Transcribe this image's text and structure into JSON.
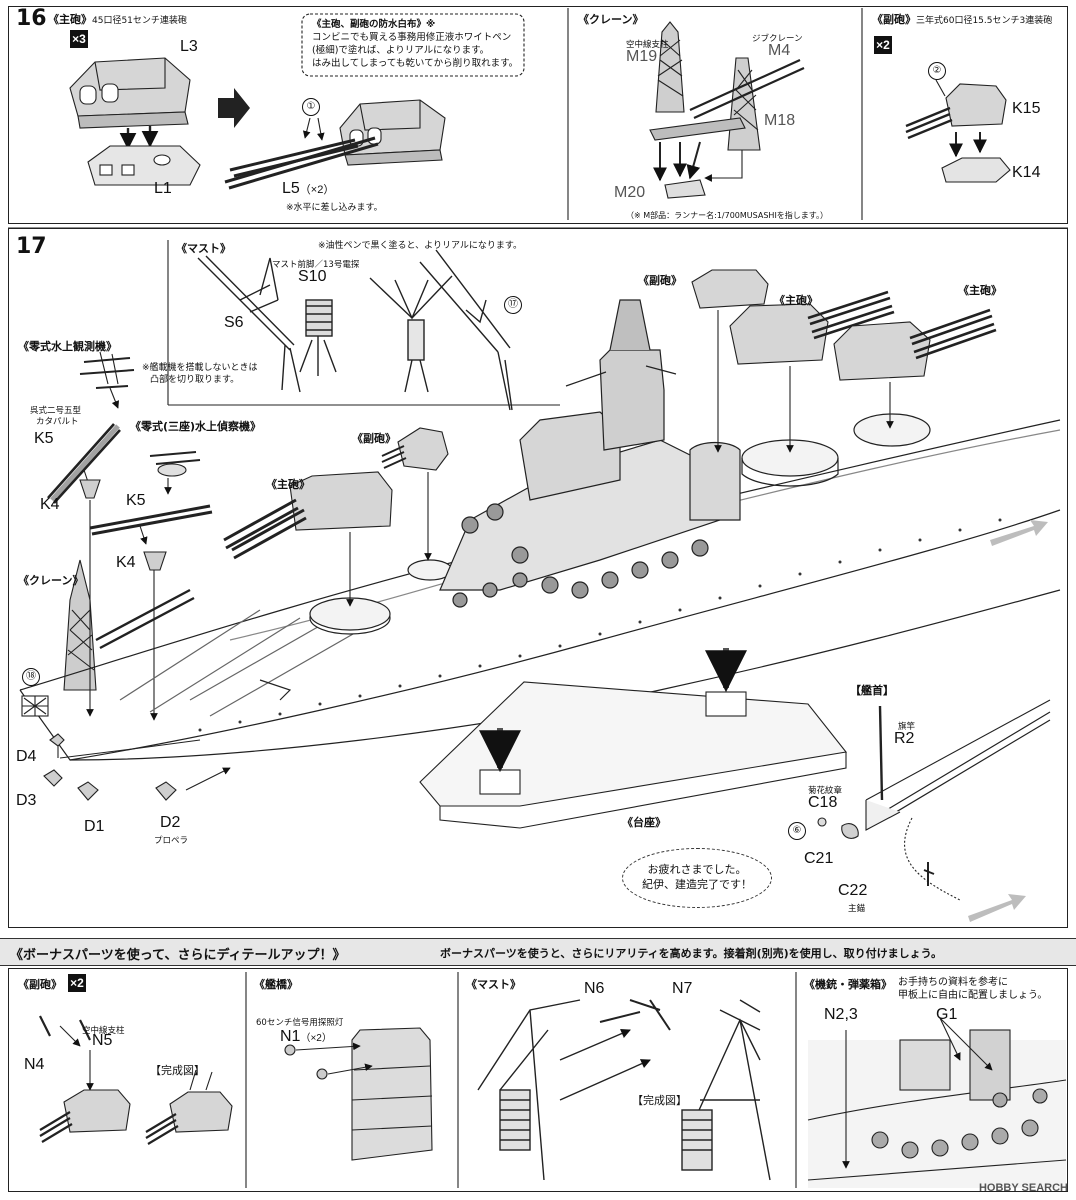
{
  "step16": {
    "number": "16",
    "main_gun_header": "《主砲》",
    "main_gun_sub": "45口径51センチ連装砲",
    "multiplier_main": "×3",
    "part_l3": "L3",
    "part_l1": "L1",
    "part_l5": "L5",
    "part_l5_qty": "（×2）",
    "note_horizontal": "※水平に差し込みます。",
    "callout_1": "①",
    "tip_title": "《主砲、副砲の防水白布》※",
    "tip_line1": "コンビニでも買える事務用修正液ホワイトペン",
    "tip_line2": "(極細)で塗れば、よりリアルになります。",
    "tip_line3": "はみ出してしまっても乾いてから削り取れます。",
    "crane_header": "《クレーン》",
    "label_air_pole": "空中線支柱",
    "part_m19": "M19",
    "label_jib_crane": "ジブクレーン",
    "part_m4": "M4",
    "part_m18": "M18",
    "part_m20": "M20",
    "note_m_parts": "（※ M部品：ランナー名:1/700MUSASHIを指します。）",
    "secondary_header": "《副砲》",
    "secondary_sub": "三年式60口径15.5センチ3連装砲",
    "multiplier_secondary": "×2",
    "callout_2": "②",
    "part_k15": "K15",
    "part_k14": "K14"
  },
  "step17": {
    "number": "17",
    "mast_header": "《マスト》",
    "mast_note": "※油性ペンで黒く塗ると、よりリアルになります。",
    "mast_foreleg": "マスト前脚／13号電探",
    "part_s10": "S10",
    "part_s6": "S6",
    "callout_17": "⑰",
    "floatplane_header": "《零式水上観測機》",
    "floatplane_note_1": "※艦載機を搭載しないときは",
    "floatplane_note_2": "凸部を切り取ります。",
    "catapult_label_1": "呉式二号五型",
    "catapult_label_2": "カタパルト",
    "part_k5_a": "K5",
    "recon_header": "《零式(三座)水上偵察機》",
    "part_k4_a": "K4",
    "part_k5_b": "K5",
    "part_k4_b": "K4",
    "crane_header": "《クレーン》",
    "callout_18": "⑱",
    "part_d4": "D4",
    "part_d3": "D3",
    "part_d1": "D1",
    "part_d2": "D2",
    "propeller_label": "プロペラ",
    "secondary_a": "《副砲》",
    "main_a": "《主砲》",
    "secondary_b": "《副砲》",
    "main_b": "《主砲》",
    "main_c": "《主砲》",
    "base_label": "《台座》",
    "bow_header": "【艦首】",
    "flagpole_label": "旗竿",
    "part_r2": "R2",
    "chrysanthemum_label": "菊花紋章",
    "part_c18": "C18",
    "callout_6": "⑥",
    "part_c21": "C21",
    "part_c22": "C22",
    "anchor_label": "主錨",
    "complete_msg_1": "お疲れさまでした。",
    "complete_msg_2": "紀伊、建造完了です！"
  },
  "bonus": {
    "banner_title": "《ボーナスパーツを使って、さらにディテールアップ！》",
    "banner_desc": "ボーナスパーツを使うと、さらにリアリティを高めます。接着剤(別売)を使用し、取り付けましょう。",
    "secondary_header": "《副砲》",
    "multiplier": "×2",
    "label_air_pole": "空中線支柱",
    "part_n5": "N5",
    "part_n4": "N4",
    "complete_a": "【完成図】",
    "bridge_header": "《艦橋》",
    "searchlight_label": "60センチ信号用探照灯",
    "part_n1": "N1",
    "n1_qty": "（×2）",
    "mast_header": "《マスト》",
    "part_n6": "N6",
    "part_n7": "N7",
    "complete_b": "【完成図】",
    "mg_header": "《機銃・弾薬箱》",
    "mg_note_1": "お手持ちの資料を参考に",
    "mg_note_2": "甲板上に自由に配置しましょう。",
    "part_n23": "N2,3",
    "part_g1": "G1"
  },
  "watermark": "HOBBY SEARCH"
}
